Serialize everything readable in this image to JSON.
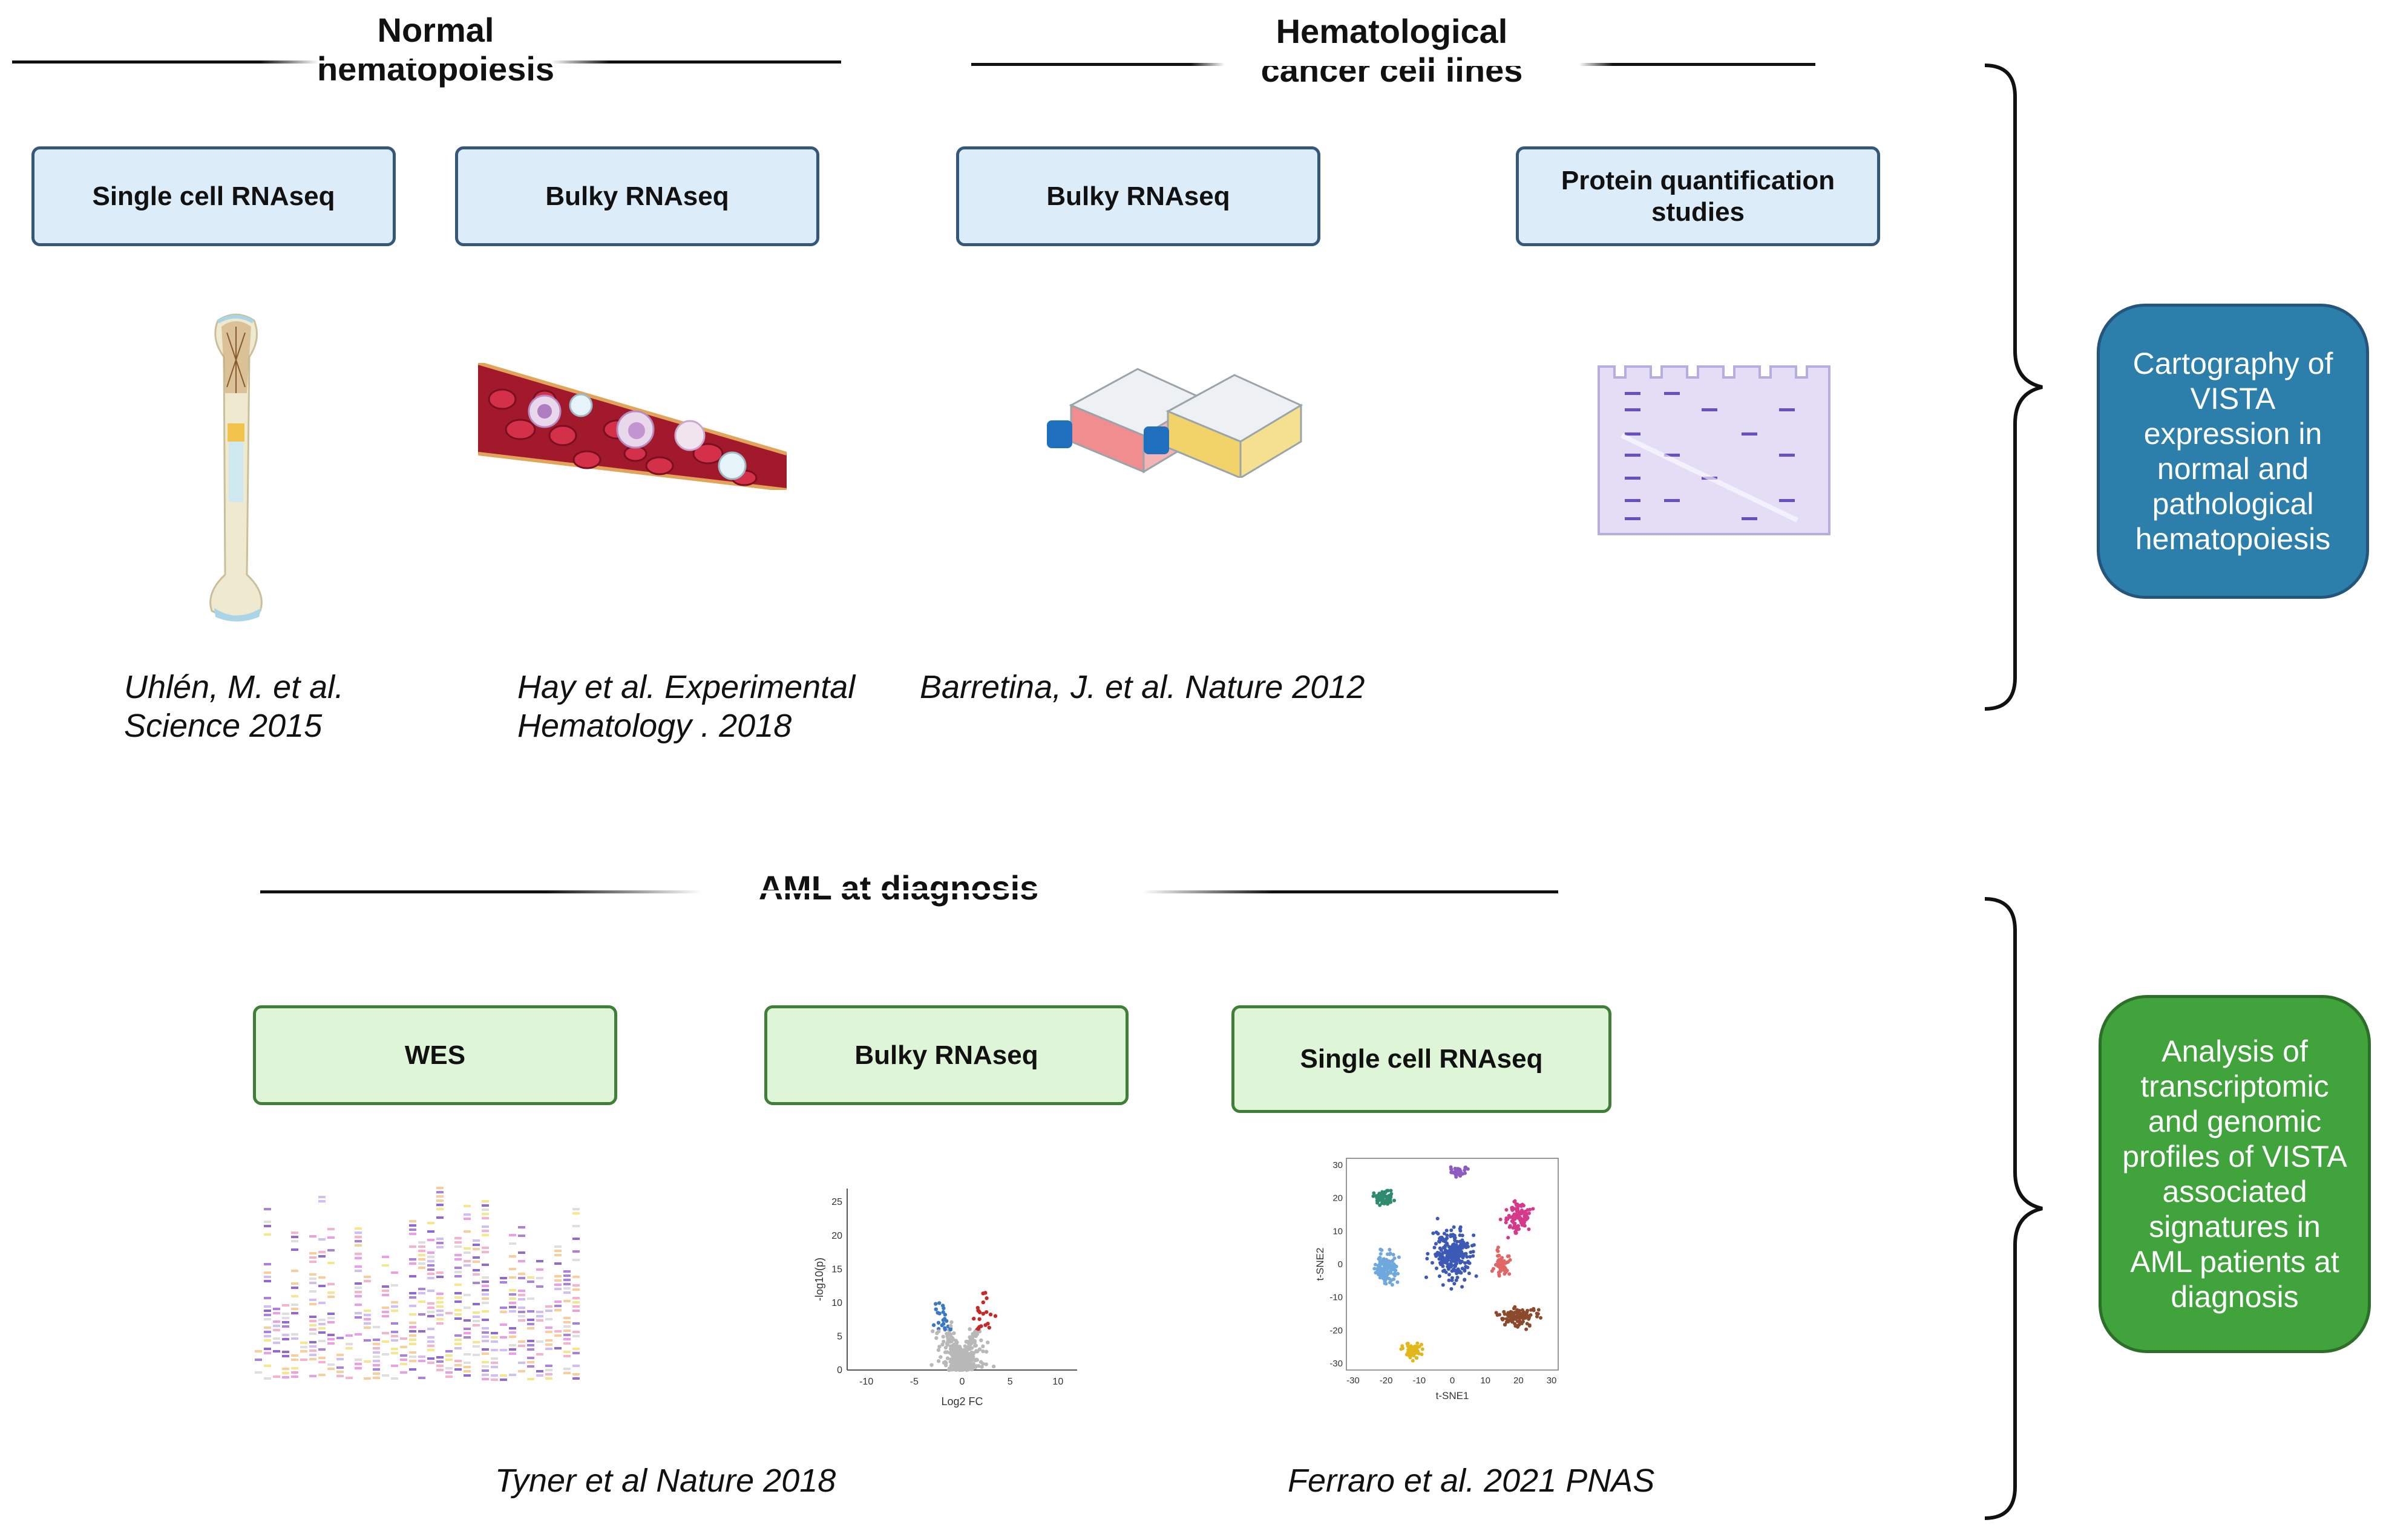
{
  "sections": {
    "normal": {
      "title_line1": "Normal",
      "title_line2": "hematopoiesis"
    },
    "cancer": {
      "title_line1": "Hematological",
      "title_line2": "cancer cell lines"
    },
    "aml": {
      "title": "AML at diagnosis"
    }
  },
  "boxes": {
    "single_cell_top": "Single cell RNAseq",
    "bulky_top_1": "Bulky RNAseq",
    "bulky_top_2": "Bulky RNAseq",
    "protein_line1": "Protein quantification",
    "protein_line2": "studies",
    "wes": "WES",
    "bulky_bottom": "Bulky RNAseq",
    "single_cell_bottom": "Single cell RNAseq"
  },
  "citations": {
    "uhlen_line1": "Uhlén, M. et al.",
    "uhlen_line2": "Science 2015",
    "hay_line1": "Hay et al. Experimental",
    "hay_line2": "Hematology .  2018",
    "barretina": "Barretina, J. et al.  Nature 2012",
    "tyner": "Tyner et al Nature 2018",
    "ferraro": "Ferraro  et al. 2021 PNAS"
  },
  "side_boxes": {
    "cartography": "Cartography of VISTA expression in normal and pathological hematopoiesis",
    "analysis": "Analysis of transcriptomic and genomic profiles of VISTA associated signatures in AML patients at diagnosis"
  },
  "volcano": {
    "xlabel": "Log2 FC",
    "ylabel": "-log10(p)",
    "x_ticks": [
      "-10",
      "-5",
      "0",
      "5",
      "10"
    ],
    "y_ticks": [
      "0",
      "5",
      "10",
      "15",
      "20",
      "25"
    ]
  },
  "tsne": {
    "xlabel": "t-SNE1",
    "ylabel": "t-SNE2",
    "x_ticks": [
      "-30",
      "-20",
      "-10",
      "0",
      "10",
      "20",
      "30"
    ],
    "y_ticks": [
      "30",
      "20",
      "10",
      "0",
      "-10",
      "-20",
      "-30"
    ]
  },
  "colors": {
    "blue_box_fill": "#dcecf9",
    "green_box_fill": "#def6d7",
    "cartography_fill": "#2d7fab",
    "analysis_fill": "#40a33b",
    "volcano_up": "#c62828",
    "volcano_down": "#3a78c4",
    "volcano_ns": "#b8b8b8"
  },
  "icons": [
    "bone-icon",
    "blood-vessel-icon",
    "cell-culture-flasks-icon",
    "protein-gel-icon",
    "wes-heatmap-icon",
    "volcano-plot-icon",
    "tsne-plot-icon",
    "curly-brace-icon"
  ]
}
